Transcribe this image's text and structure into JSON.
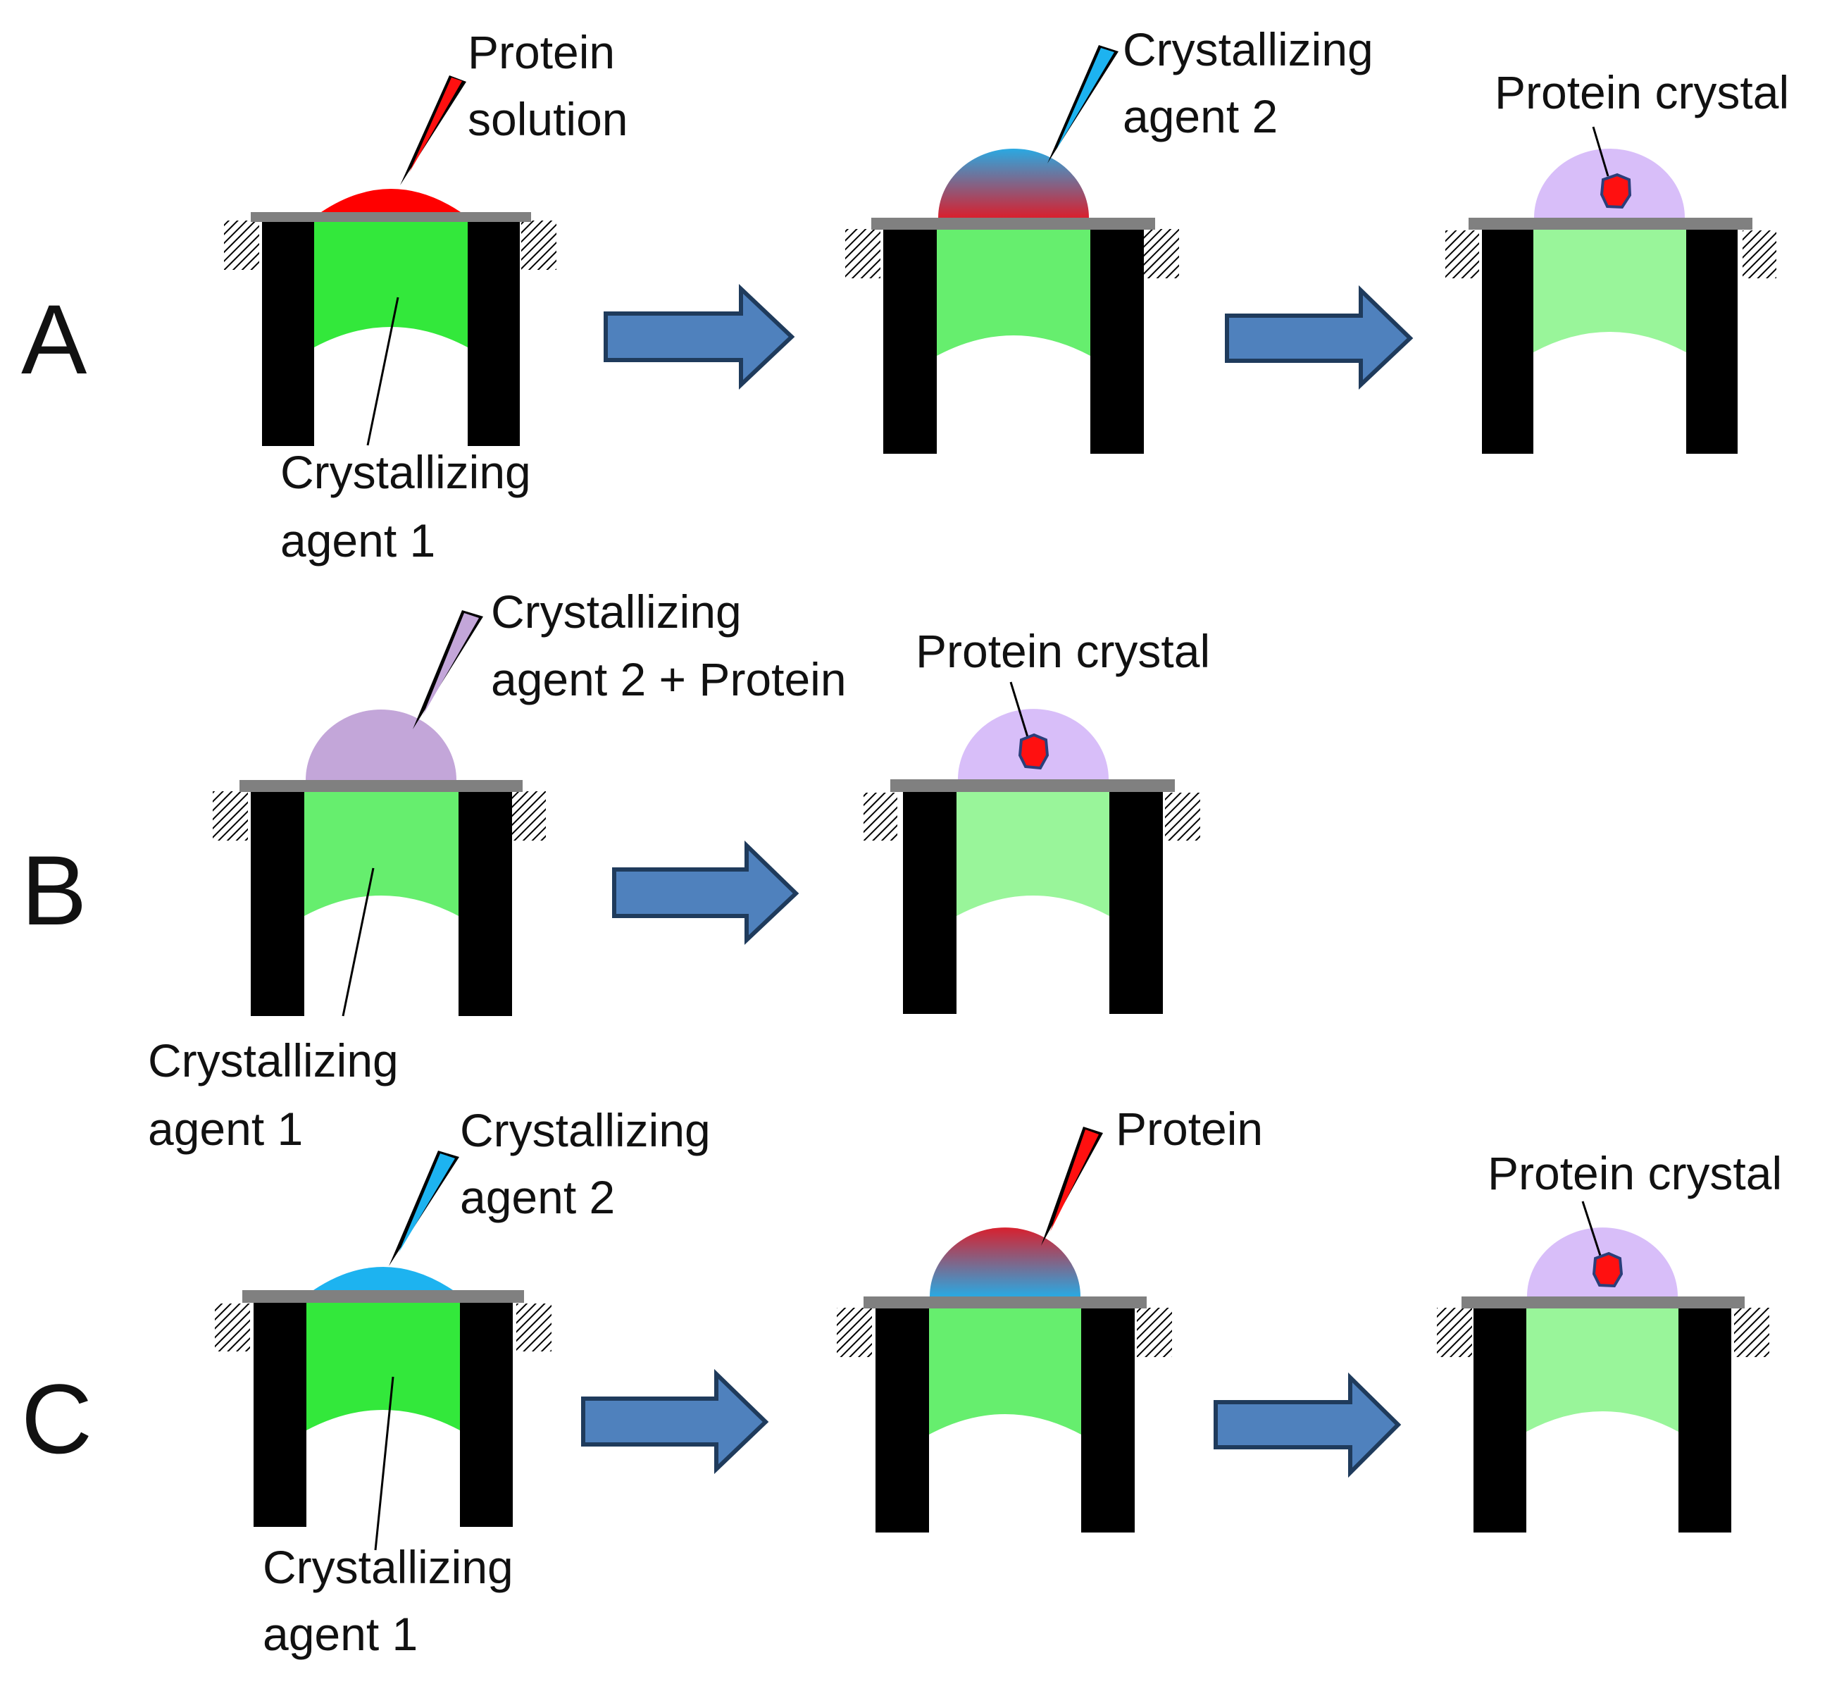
{
  "colors": {
    "frame": "#000000",
    "cover_slip": "#808080",
    "arrow_fill": "#4f81bd",
    "arrow_stroke": "#1f3b5c",
    "agent1_initial": "#33e83b",
    "agent1_mid": "#66ee6e",
    "agent1_final": "#99f59a",
    "protein_red": "#ff0000",
    "agent2_blue": "#1db3f0",
    "mixed_violet": "#c3a6d9",
    "final_drop": "#d8bef9",
    "gradient_red": "#d8202e",
    "gradient_blue": "#2aa9e2",
    "crystal_red": "#ff1010",
    "crystal_edge": "#2b3f7a"
  },
  "rows": [
    {
      "letter": "A",
      "stages": [
        {
          "icon": "pipette-red-icon",
          "drop": "red",
          "agent1": "initial",
          "labels": {
            "pipette_line1": "Protein",
            "pipette_line2": "solution",
            "agent1_line1": "Crystallizing",
            "agent1_line2": "agent 1"
          }
        },
        {
          "icon": "pipette-blue-icon",
          "drop": "gradient-blue-over-red",
          "agent1": "mid",
          "labels": {
            "pipette_line1": "Crystallizing",
            "pipette_line2": "agent 2"
          }
        },
        {
          "icon": "crystal-icon",
          "drop": "final",
          "agent1": "final",
          "labels": {
            "crystal": "Protein crystal"
          }
        }
      ]
    },
    {
      "letter": "B",
      "stages": [
        {
          "icon": "pipette-violet-icon",
          "drop": "violet",
          "agent1": "mid",
          "labels": {
            "pipette_line1": "Crystallizing",
            "pipette_line2": "agent 2 + Protein",
            "agent1_line1": "Crystallizing",
            "agent1_line2": "agent 1"
          }
        },
        {
          "icon": "crystal-icon",
          "drop": "final",
          "agent1": "final",
          "labels": {
            "crystal": "Protein crystal"
          }
        }
      ]
    },
    {
      "letter": "C",
      "stages": [
        {
          "icon": "pipette-blue-icon",
          "drop": "blue",
          "agent1": "initial",
          "labels": {
            "pipette_line1": "Crystallizing",
            "pipette_line2": "agent 2",
            "agent1_line1": "Crystallizing",
            "agent1_line2": "agent 1"
          }
        },
        {
          "icon": "pipette-red-icon",
          "drop": "gradient-red-over-blue",
          "agent1": "mid",
          "labels": {
            "pipette_line1": "Protein"
          }
        },
        {
          "icon": "crystal-icon",
          "drop": "final",
          "agent1": "final",
          "labels": {
            "crystal": "Protein crystal"
          }
        }
      ]
    }
  ]
}
